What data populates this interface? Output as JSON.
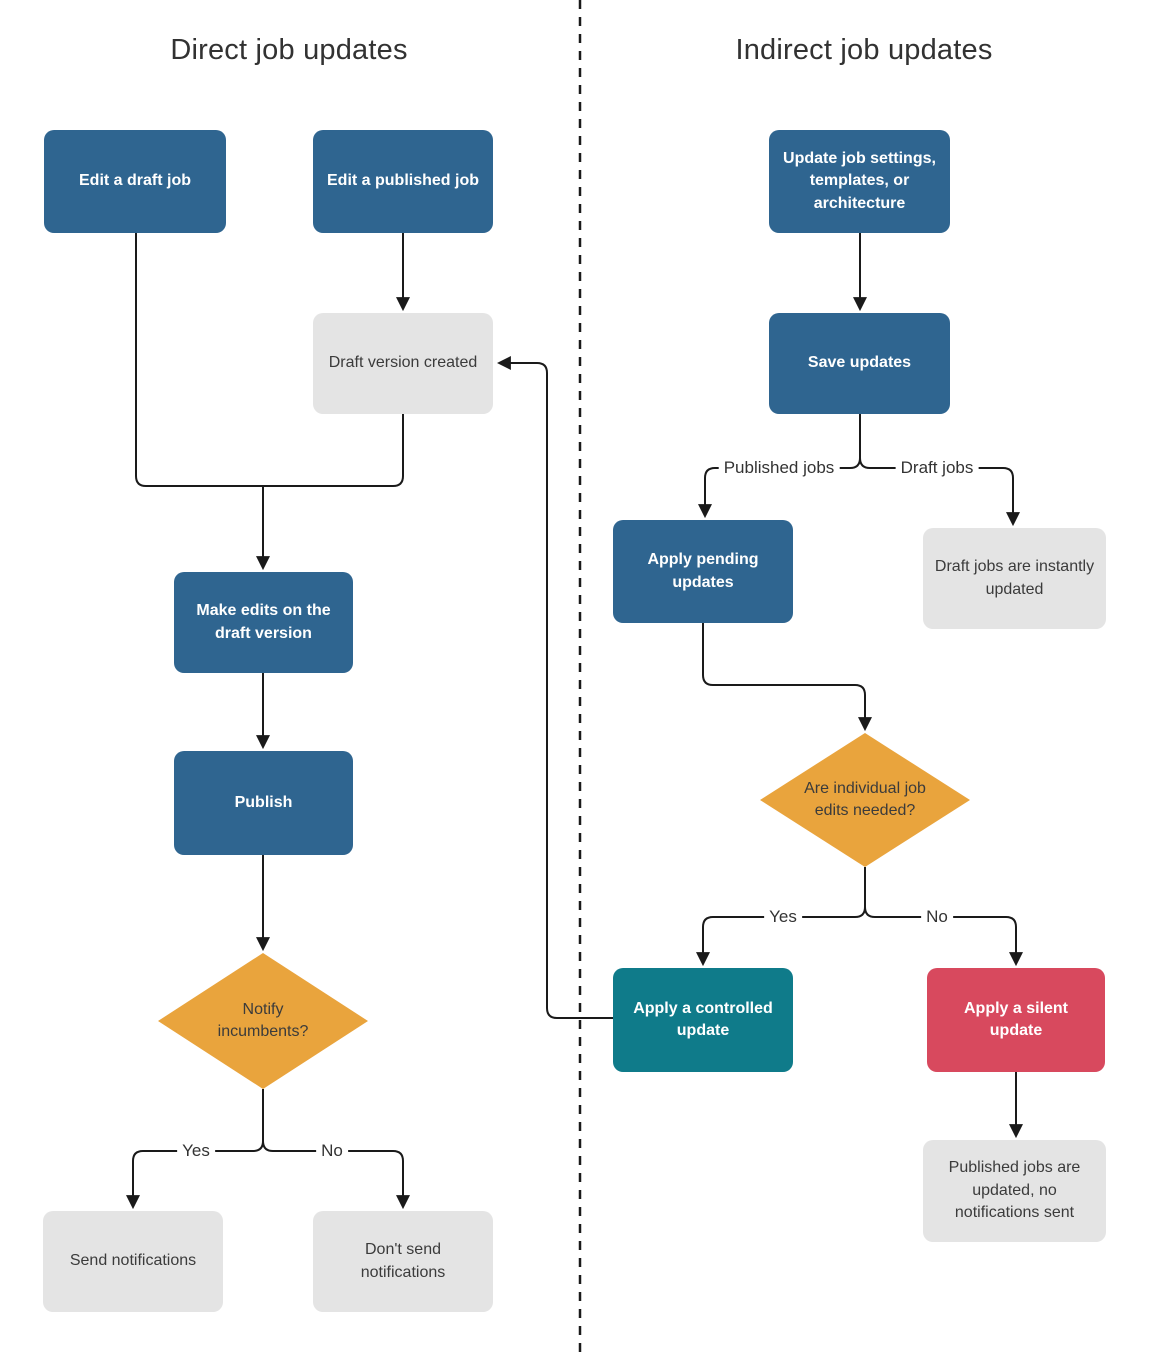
{
  "titles": {
    "left": "Direct job updates",
    "right": "Indirect job updates"
  },
  "nodes": {
    "edit_draft": "Edit a draft job",
    "edit_published": "Edit a published job",
    "draft_version": "Draft version created",
    "make_edits": "Make edits on the draft version",
    "publish": "Publish",
    "notify_incumbents": "Notify incumbents?",
    "send_notifications": "Send notifications",
    "dont_send": "Don't send notifications",
    "update_settings": "Update job settings, templates, or architecture",
    "save_updates": "Save updates",
    "apply_pending": "Apply pending updates",
    "draft_instant": "Draft jobs are instantly updated",
    "edits_needed": "Are individual job edits needed?",
    "apply_controlled": "Apply a controlled update",
    "apply_silent": "Apply a silent update",
    "published_updated": "Published jobs are updated, no notifications sent"
  },
  "edge_labels": {
    "published_jobs": "Published jobs",
    "draft_jobs": "Draft jobs",
    "yes_direct": "Yes",
    "no_direct": "No",
    "yes_indirect": "Yes",
    "no_indirect": "No"
  },
  "colors": {
    "process": "#2f6590",
    "decision": "#e9a43d",
    "terminal": "#e4e4e4",
    "controlled": "#0f7b8a",
    "silent": "#d8495e",
    "line": "#1a1a1a",
    "text-dark": "#3b3b3b",
    "text-light": "#ffffff",
    "title": "#323232"
  }
}
